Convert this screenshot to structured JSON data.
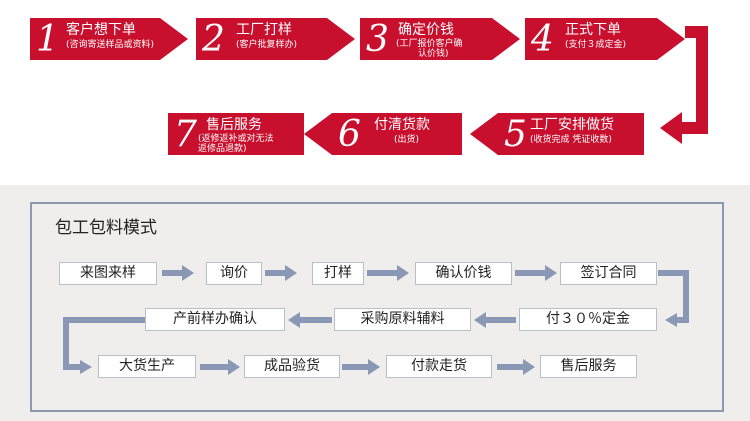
{
  "process": {
    "steps": [
      {
        "num": "1",
        "title": "客户想下单",
        "note": "(咨询寄送样品或资料)"
      },
      {
        "num": "2",
        "title": "工厂打样",
        "note": "(客户批复样办)"
      },
      {
        "num": "3",
        "title": "确定价钱",
        "note_line1": "(工厂报价客户确",
        "note_line2": "认价钱)"
      },
      {
        "num": "4",
        "title": "正式下单",
        "note": "(支付３成定金)"
      },
      {
        "num": "5",
        "title": "工厂安排做货",
        "note": "(收货完成 凭证收数)"
      },
      {
        "num": "6",
        "title": "付清货款",
        "note": "(出货)"
      },
      {
        "num": "7",
        "title": "售后服务",
        "note_line1": "(返修返补或对无法",
        "note_line2": "返修品退款)"
      }
    ]
  },
  "mode": {
    "title": "包工包料模式",
    "row1": [
      "来图来样",
      "询价",
      "打样",
      "确认价钱",
      "签订合同"
    ],
    "row2": [
      "产前样办确认",
      "采购原料辅料",
      "付３０％定金"
    ],
    "row3": [
      "大货生产",
      "成品验货",
      "付款走货",
      "售后服务"
    ]
  },
  "colors": {
    "red": "#c8102e",
    "arrow_gray": "#8a97b5",
    "panel_border": "#8d9aae"
  }
}
